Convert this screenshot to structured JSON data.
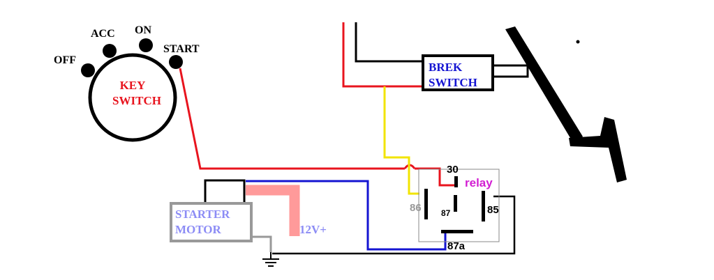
{
  "colors": {
    "red_wire": "#e8141e",
    "black_wire": "#000000",
    "blue_wire": "#1414d2",
    "yellow_wire": "#f2e400",
    "pink_wire": "#ff9a9a",
    "starter_gray": "#999999",
    "key_text": "#e8141e",
    "brake_text": "#1414d2",
    "relay_text": "#d21ed2",
    "starter_text": "#8c8cf5"
  },
  "key_switch": {
    "positions": [
      "OFF",
      "ACC",
      "ON",
      "START"
    ],
    "label_line1": "KEY",
    "label_line2": "SWITCH"
  },
  "brake_switch": {
    "label_line1": "BREK",
    "label_line2": "SWITCH"
  },
  "relay": {
    "title": "relay",
    "pins": {
      "p30": "30",
      "p85": "85",
      "p86": "86",
      "p87": "87",
      "p87a": "87a"
    }
  },
  "starter": {
    "label_line1": "STARTER",
    "label_line2": "MOTOR"
  },
  "battery": {
    "label": "12V+"
  }
}
